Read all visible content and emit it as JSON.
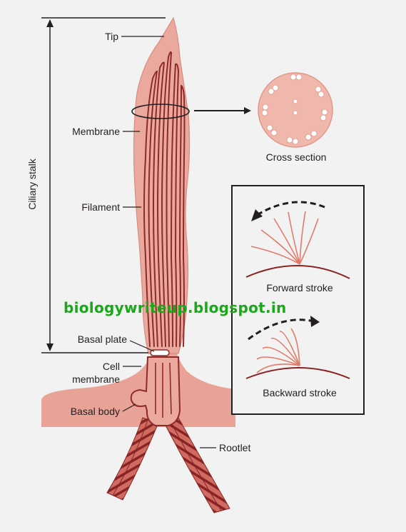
{
  "labels": {
    "tip": "Tip",
    "membrane": "Membrane",
    "filament": "Filament",
    "basal_plate": "Basal plate",
    "cell_membrane_line1": "Cell",
    "cell_membrane_line2": "membrane",
    "basal_body": "Basal body",
    "rootlet": "Rootlet",
    "ciliary_stalk": "Ciliary stalk",
    "cross_section": "Cross section",
    "forward_stroke": "Forward stroke",
    "backward_stroke": "Backward stroke"
  },
  "watermark": "biologywriteup.blogspot.in",
  "colors": {
    "background": "#f2f2f2",
    "cilium_fill": "#eaa99c",
    "cilium_edge": "#d98c80",
    "filament_stroke": "#8f2a2a",
    "rootlet_band": "#8a2424",
    "cell_fill": "#e8a396",
    "cross_section_fill": "#f0b7ad",
    "stroke_lines": "#e07b6a",
    "watermark": "#18a818",
    "ink": "#231f20"
  }
}
